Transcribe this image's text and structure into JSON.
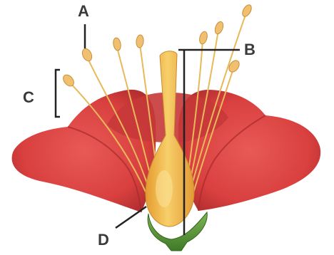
{
  "labels": {
    "a": "A",
    "b": "B",
    "c": "C",
    "d": "D"
  },
  "colors": {
    "petal": "#d9403f",
    "petal_dark": "#b02d2d",
    "pistil": "#f2b34a",
    "anther": "#f0c070",
    "sepal": "#5f9a3c",
    "label_line": "#222222"
  }
}
